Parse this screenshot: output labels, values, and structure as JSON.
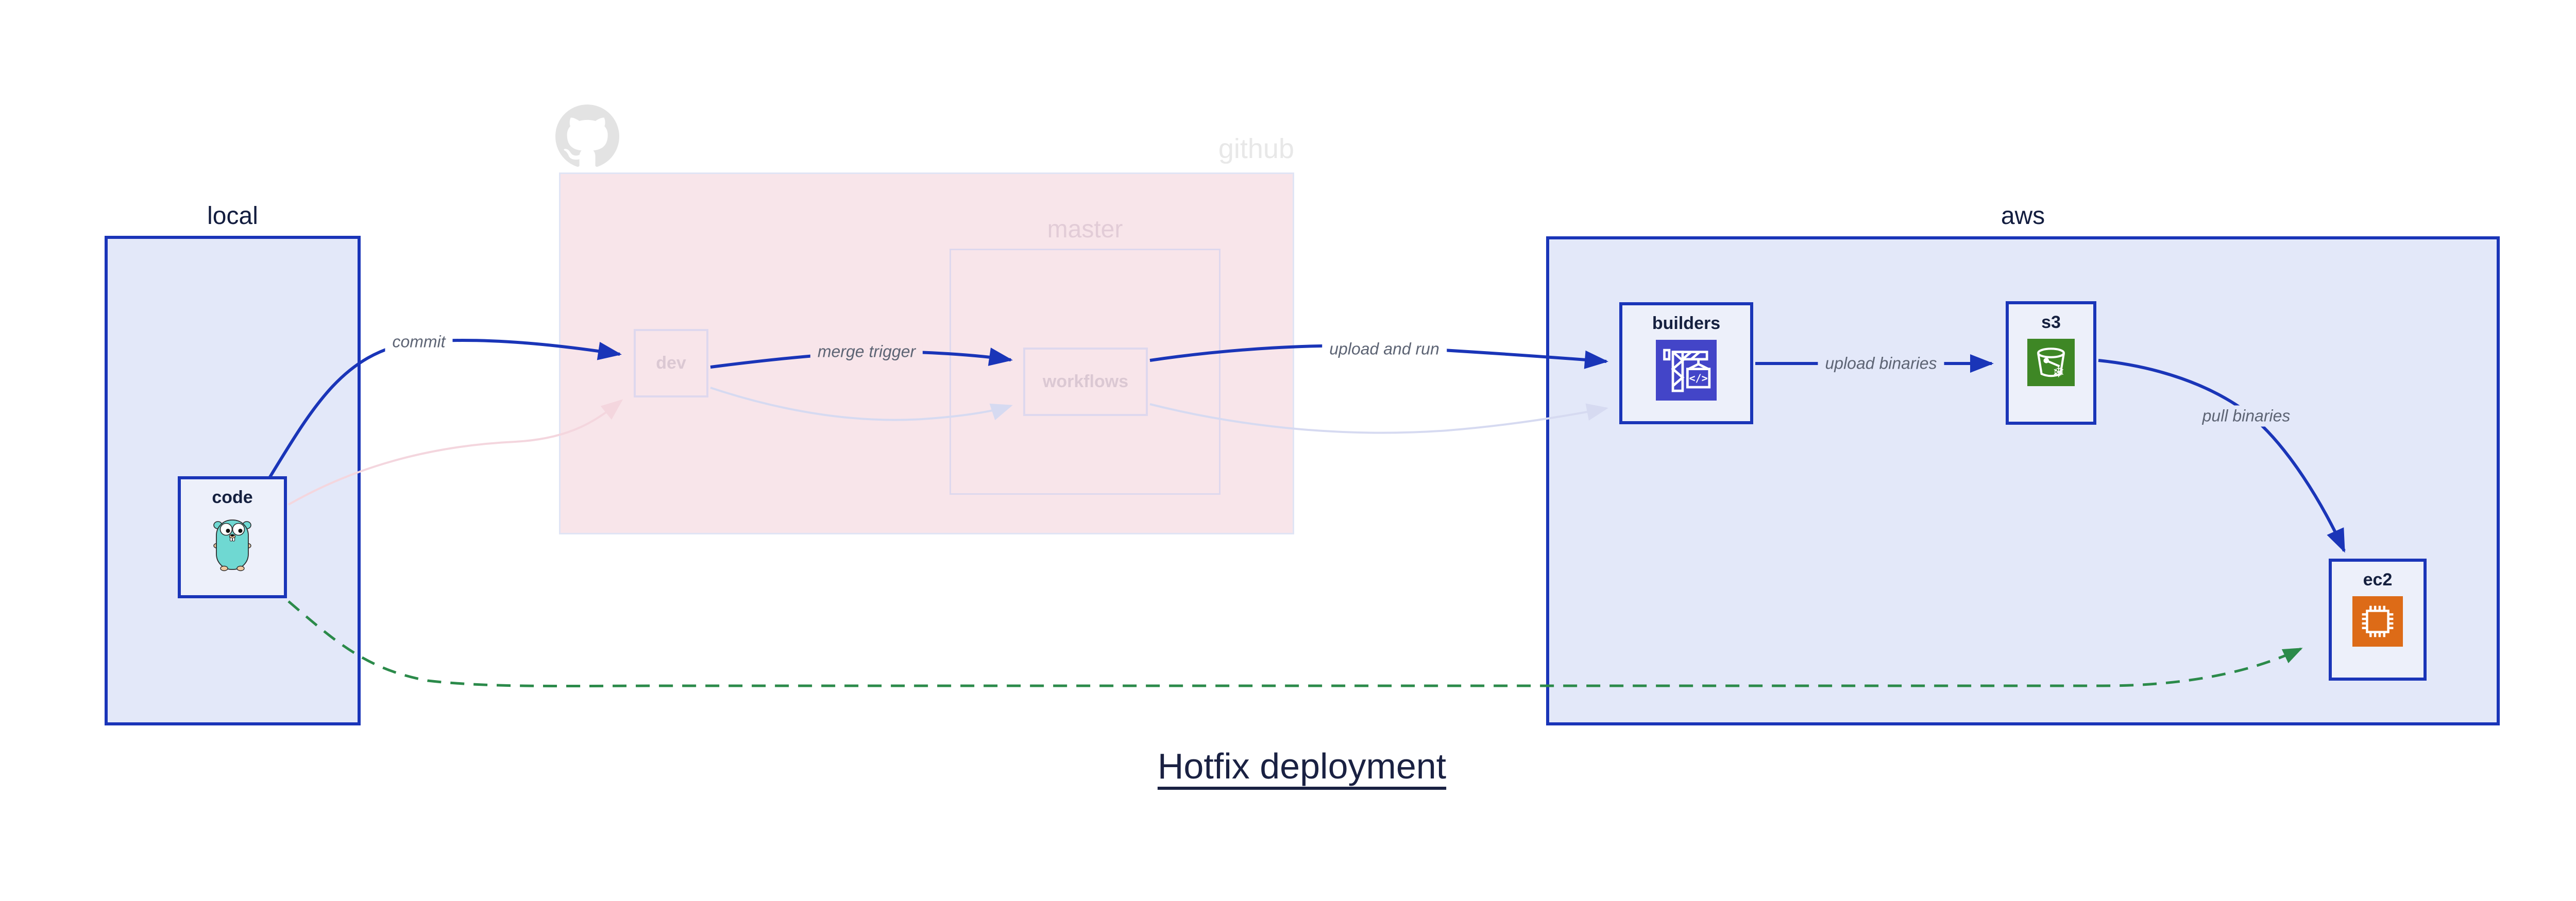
{
  "title": "Hotfix deployment",
  "groups": {
    "local": {
      "label": "local"
    },
    "github": {
      "label": "github",
      "master": {
        "label": "master"
      }
    },
    "aws": {
      "label": "aws"
    }
  },
  "nodes": {
    "code": {
      "label": "code",
      "icon": "go-gopher-icon"
    },
    "dev": {
      "label": "dev"
    },
    "workflows": {
      "label": "workflows"
    },
    "builders": {
      "label": "builders",
      "icon": "codebuild-crane-icon",
      "icon_glyph": "</>"
    },
    "s3": {
      "label": "s3",
      "icon": "s3-bucket-icon",
      "icon_glyph": "❄"
    },
    "ec2": {
      "label": "ec2",
      "icon": "ec2-chip-icon"
    }
  },
  "edges": [
    {
      "id": "commit",
      "label": "commit",
      "from": "code",
      "to": "dev",
      "style": "blue-solid"
    },
    {
      "id": "merge-trigger",
      "label": "merge trigger",
      "from": "dev",
      "to": "workflows",
      "style": "blue-solid"
    },
    {
      "id": "upload-and-run",
      "label": "upload and run",
      "from": "workflows",
      "to": "builders",
      "style": "blue-solid"
    },
    {
      "id": "upload-binaries",
      "label": "upload binaries",
      "from": "builders",
      "to": "s3",
      "style": "blue-solid"
    },
    {
      "id": "pull-binaries",
      "label": "pull binaries",
      "from": "s3",
      "to": "ec2",
      "style": "blue-solid"
    },
    {
      "id": "hotfix-pull",
      "label": "",
      "from": "code",
      "to": "ec2",
      "style": "green-dashed"
    },
    {
      "id": "faded-code-dev",
      "label": "",
      "from": "code",
      "to": "dev",
      "style": "faded-pink"
    },
    {
      "id": "faded-dev-workflows",
      "label": "",
      "from": "dev",
      "to": "workflows",
      "style": "faded-lavender"
    },
    {
      "id": "faded-workflows-builders",
      "label": "",
      "from": "workflows",
      "to": "builders",
      "style": "faded-lavender"
    }
  ],
  "colors": {
    "primary_blue": "#1a35b8",
    "container_fill": "#e3e8f9",
    "node_fill": "#edf0fa",
    "github_fill": "#f8e5ea",
    "faded_border": "#ded8ee",
    "faded_pink_edge": "#f4d6de",
    "faded_lavender_edge": "#d6daf1",
    "green_dashed": "#2b8a4a",
    "codebuild_icon_bg": "#4345c8",
    "s3_icon_bg": "#3e8725",
    "ec2_icon_bg": "#dd6b17",
    "gopher_teal": "#6fd8d2",
    "edge_label_gray": "#5d6474",
    "title_navy": "#1a2142"
  }
}
